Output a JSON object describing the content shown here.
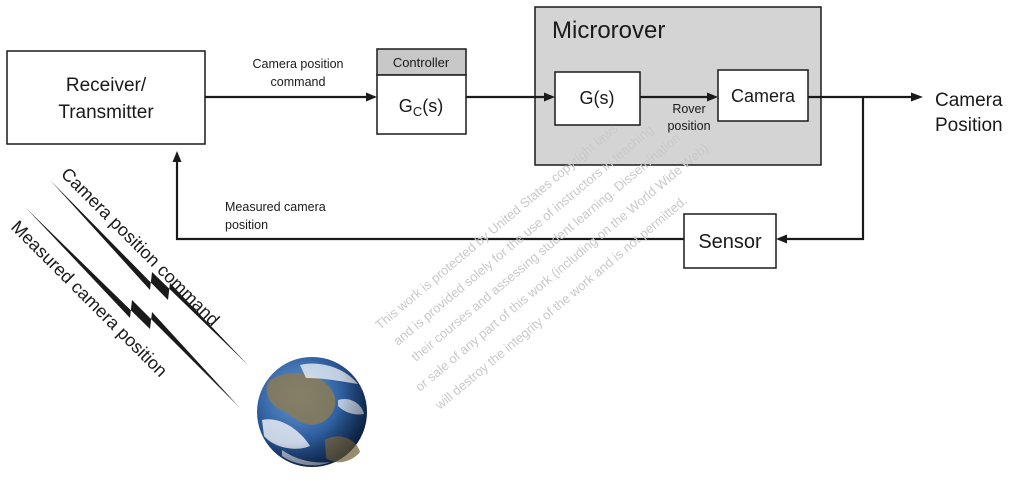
{
  "blocks": {
    "receiver": {
      "line1": "Receiver/",
      "line2": "Transmitter"
    },
    "controller": {
      "header": "Controller",
      "tf_main": "G",
      "tf_sub": "C",
      "tf_arg": "(s)"
    },
    "microrover": {
      "title": "Microrover"
    },
    "plant": {
      "tf": "G(s)"
    },
    "camera": {
      "label": "Camera"
    },
    "sensor": {
      "label": "Sensor"
    }
  },
  "signals": {
    "command": {
      "line1": "Camera position",
      "line2": "command"
    },
    "rover_position": {
      "line1": "Rover",
      "line2": "position"
    },
    "output": {
      "line1": "Camera",
      "line2": "Position"
    },
    "measured": {
      "line1": "Measured camera",
      "line2": "position"
    }
  },
  "link": {
    "uplink": "Camera position command",
    "downlink": "Measured camera position"
  },
  "watermark": {
    "lines": [
      "This work is protected by United States copyright laws",
      "and is provided solely for the use of instructors in teaching",
      "their courses and assessing student learning. Dissemination",
      "or sale of any part of this work (including on the World Wide Web)",
      "will destroy the integrity of the work and is not permitted."
    ]
  },
  "colors": {
    "microrover_fill": "#d4d4d4",
    "controller_header_fill": "#c8c8c8",
    "line": "#1a1a1a"
  },
  "icons": {
    "earth": "earth-globe-icon",
    "lightning": "lightning-bolt-icon"
  }
}
